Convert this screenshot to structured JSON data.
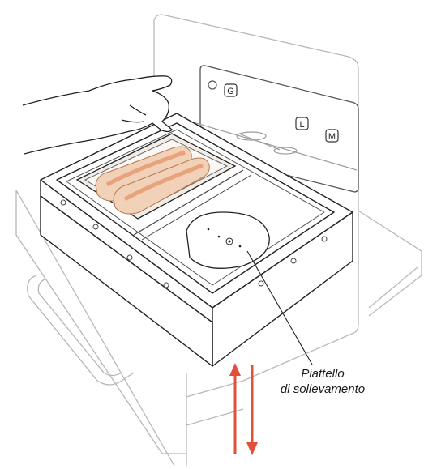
{
  "control_panel": {
    "buttons": [
      {
        "label": "G"
      },
      {
        "label": "L"
      },
      {
        "label": "M"
      }
    ]
  },
  "callout": {
    "line1": "Piattello",
    "line2": "di sollevamento"
  },
  "colors": {
    "outline": "#222222",
    "light_outline": "#b5b5b5",
    "arrow": "#e2503a",
    "sausage": "#e8a27c",
    "bun": "#f1d2b8",
    "tray": "#f3ede8"
  },
  "icons": [
    "up-arrow-icon",
    "down-arrow-icon",
    "power-indicator-icon"
  ]
}
